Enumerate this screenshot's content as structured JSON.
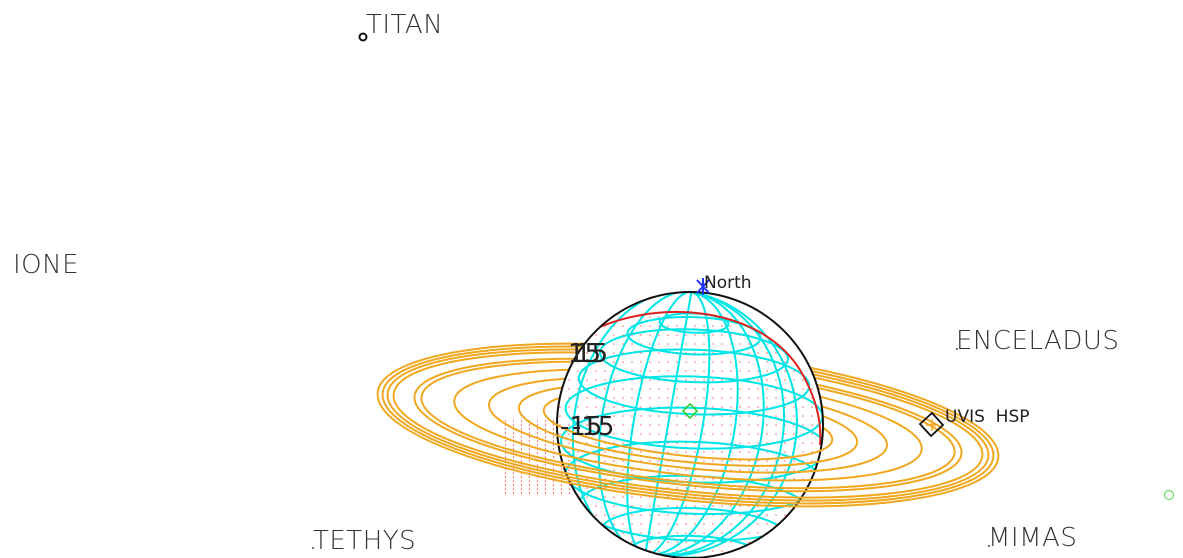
{
  "moons": [
    {
      "id": "titan",
      "name": "TITAN"
    },
    {
      "id": "ione",
      "name": "IONE"
    },
    {
      "id": "enceladus",
      "name": "ENCELADUS"
    },
    {
      "id": "tethys",
      "name": "TETHYS"
    },
    {
      "id": "mimas",
      "name": "MIMAS"
    }
  ],
  "labels": {
    "north": "North",
    "instrument": "UVIS  HSP",
    "lat_plus": "15",
    "lat_minus": "-15"
  },
  "colors": {
    "rings": "#f0a820",
    "grid": "#00e5e5",
    "limb": "#111111",
    "terminator": "#e02020",
    "shadow_dots": "#ff6060",
    "north_marker": "#2030ff",
    "subpoint": "#22cc22"
  }
}
